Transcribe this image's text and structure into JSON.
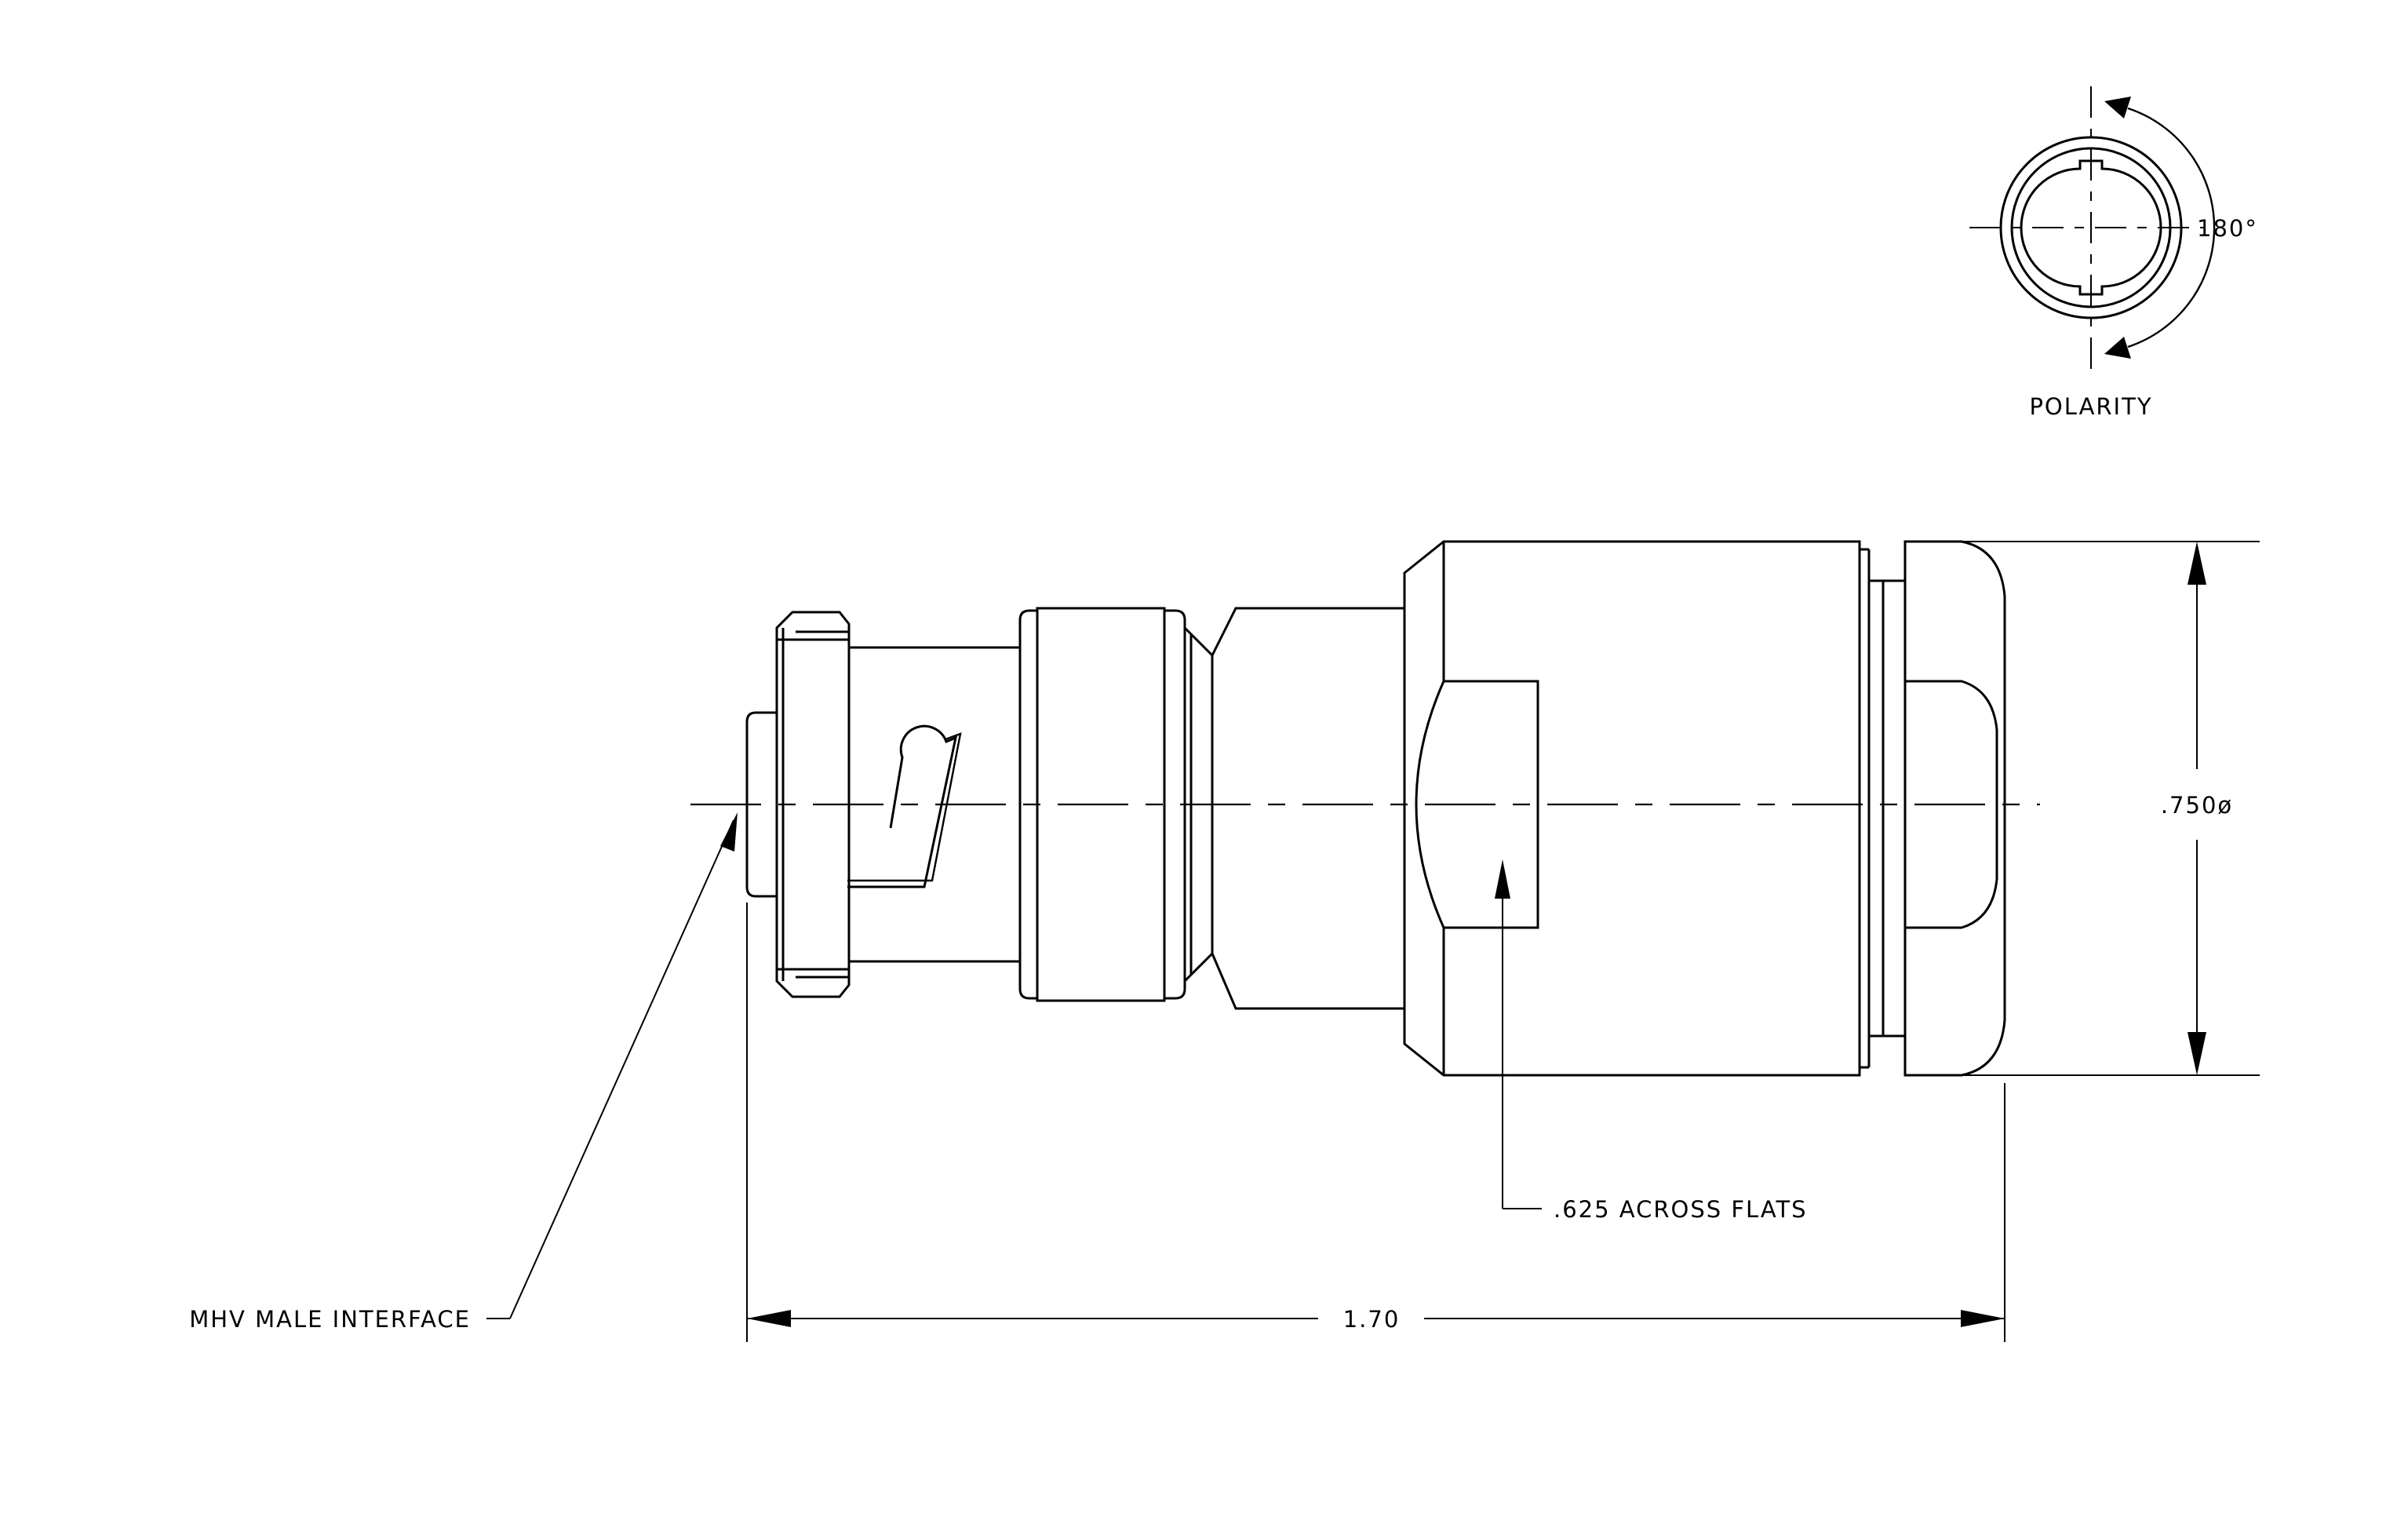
{
  "drawing": {
    "background": "#ffffff",
    "line_color": "#000000"
  },
  "labels": {
    "polarity": "POLARITY",
    "angle": "180°",
    "diameter": ".750ø",
    "across_flats": ".625 ACROSS FLATS",
    "interface": "MHV MALE INTERFACE",
    "overall_length": "1.70"
  }
}
